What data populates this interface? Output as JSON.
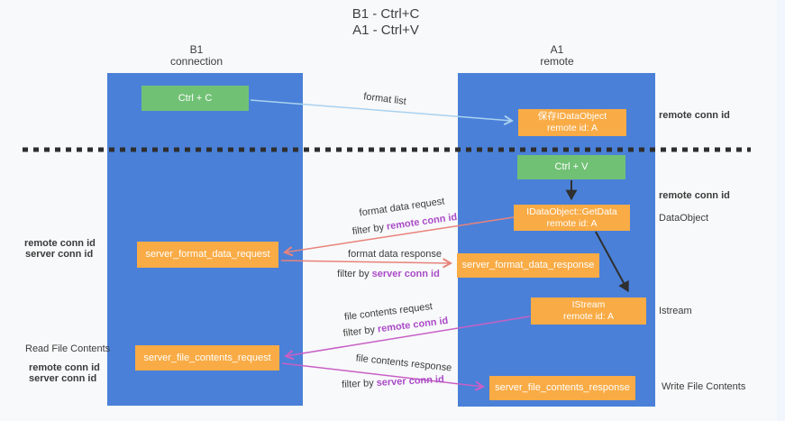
{
  "title": {
    "line1": "B1 - Ctrl+C",
    "line2": "A1 - Ctrl+V"
  },
  "lanes": {
    "left": {
      "header1": "B1",
      "header2": "connection"
    },
    "right": {
      "header1": "A1",
      "header2": "remote"
    }
  },
  "nodes": {
    "ctrl_c": {
      "label": "Ctrl + C"
    },
    "save_idataobject": {
      "line1": "保存IDataObject",
      "line2": "remote id: A"
    },
    "ctrl_v": {
      "label": "Ctrl + V"
    },
    "getdata": {
      "line1": "IDataObject::GetData",
      "line2": "remote id: A"
    },
    "format_request": {
      "label": "server_format_data_request"
    },
    "format_response": {
      "label": "server_format_data_response"
    },
    "istream": {
      "line1": "IStream",
      "line2": "remote id: A"
    },
    "file_request": {
      "label": "server_file_contents_request"
    },
    "file_response": {
      "label": "server_file_contents_response"
    }
  },
  "edge_labels": {
    "format_list": "format list",
    "format_data_request": "format data request",
    "format_data_response": "format data response",
    "file_contents_request": "file contents request",
    "file_contents_response": "file contents response",
    "filter_by": "filter by",
    "remote_conn_id": "remote conn id",
    "server_conn_id": "server conn id"
  },
  "side_labels": {
    "remote_conn_id": "remote conn id",
    "server_conn_id": "server conn id",
    "dataobject": "DataObject",
    "istream": "Istream",
    "read_file_contents": "Read File Contents",
    "write_file_contents": "Write File Contents"
  },
  "colors": {
    "background": "#f8f9fa",
    "lane_blue": "#4a80d8",
    "node_green": "#71c175",
    "node_orange": "#f9ab45",
    "arrow_lightblue": "#a9d2ef",
    "arrow_salmon": "#e8837b",
    "arrow_pink": "#c95fc6",
    "arrow_black": "#2f2f2f",
    "label_purple": "#aa4bc8",
    "label_green": "#5bb95f",
    "text_dark": "#3c3c3c"
  }
}
